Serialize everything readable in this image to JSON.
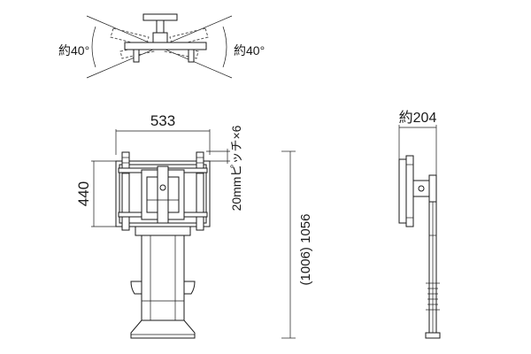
{
  "drawing": {
    "top_view": {
      "angle_left": "約40°",
      "angle_right": "約40°"
    },
    "front_view": {
      "width_label": "533",
      "height_label": "440",
      "pitch_label": "20mmピッチ×6",
      "total_height_label": "(1006) 1056"
    },
    "side_view": {
      "depth_label": "約204"
    }
  }
}
